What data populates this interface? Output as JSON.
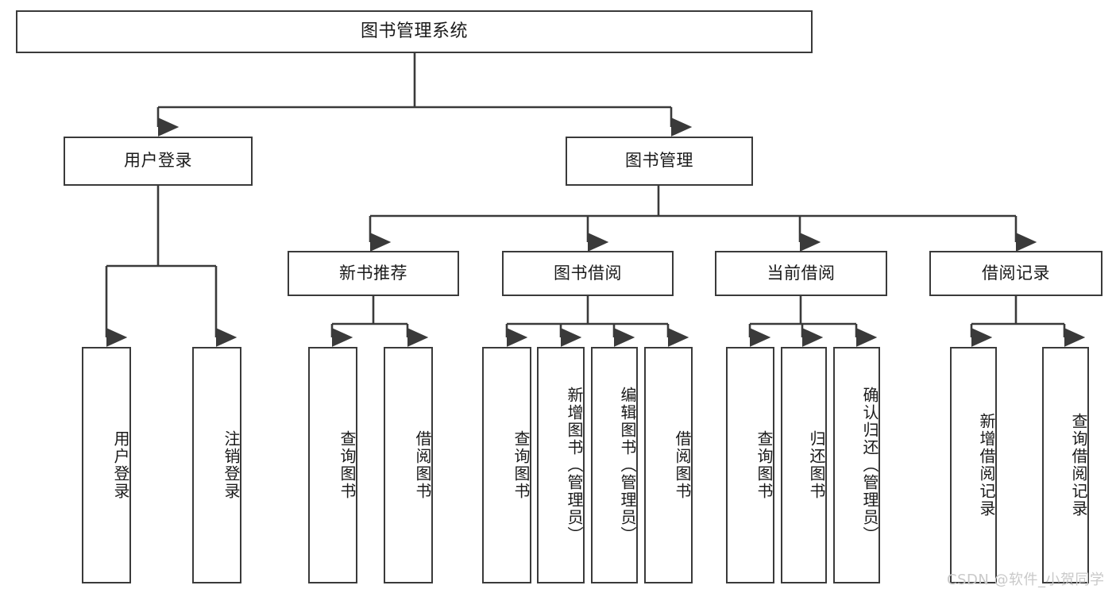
{
  "diagram": {
    "type": "tree",
    "title": "图书管理系统",
    "watermark": "CSDN @软件_小贺同学",
    "colors": {
      "background": "#ffffff",
      "stroke": "#3a3a3a",
      "text": "#1a1a1a",
      "watermark": "#c9c9c9"
    },
    "nodes": {
      "root": "图书管理系统",
      "level1": {
        "user_login": "用户登录",
        "book_manage": "图书管理"
      },
      "level2": {
        "new_book_recommend": "新书推荐",
        "book_borrow": "图书借阅",
        "current_borrow": "当前借阅",
        "borrow_record": "借阅记录"
      },
      "leaves": {
        "user_login_1": "用户登录",
        "user_login_2": "注销登录",
        "new_book_1": "查询图书",
        "new_book_2": "借阅图书",
        "book_borrow_1": "查询图书",
        "book_borrow_2": "新增图书（管理员）",
        "book_borrow_3": "编辑图书（管理员）",
        "book_borrow_4": "借阅图书",
        "current_borrow_1": "查询图书",
        "current_borrow_2": "归还图书",
        "current_borrow_3": "确认归还（管理员）",
        "borrow_record_1": "新增借阅记录",
        "borrow_record_2": "查询借阅记录"
      }
    }
  }
}
